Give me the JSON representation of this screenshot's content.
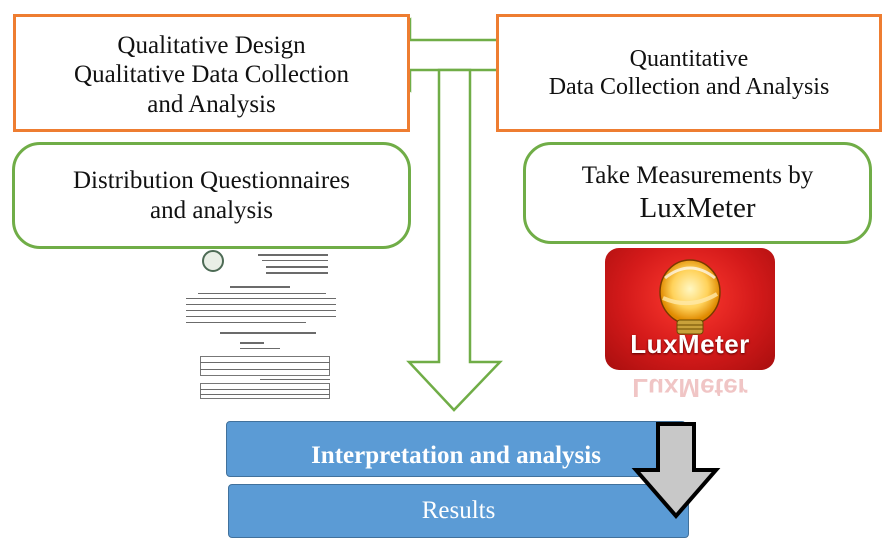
{
  "boxes": {
    "qualitative": {
      "lines": [
        "Qualitative Design",
        "Qualitative Data Collection",
        "and Analysis"
      ]
    },
    "quantitative": {
      "lines": [
        "Quantitative",
        "Data Collection and Analysis"
      ]
    },
    "distribution": {
      "lines": [
        "Distribution Questionnaires",
        "and analysis"
      ]
    },
    "measurements": {
      "lines": [
        "Take Measurements by",
        "LuxMeter"
      ]
    },
    "interpretation": {
      "label": "Interpretation and analysis"
    },
    "results": {
      "label": "Results"
    }
  },
  "luxmeter_icon": {
    "label": "LuxMeter"
  },
  "colors": {
    "orange_border": "#ee7d31",
    "green_border": "#70ad47",
    "blue_fill": "#5b9bd5",
    "arrow_gray": "#c8c8c8"
  }
}
